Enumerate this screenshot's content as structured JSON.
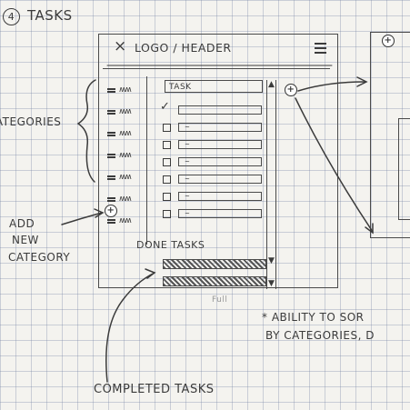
{
  "page": {
    "step_number": "4",
    "title": "TASKS"
  },
  "mockup": {
    "header_title": "LOGO / HEADER",
    "close_glyph": "×",
    "categories_count": 7,
    "task_column_header": "TASK",
    "tasks": [
      {
        "checked": true,
        "text": ""
      },
      {
        "checked": false,
        "text": "~"
      },
      {
        "checked": false,
        "text": "~"
      },
      {
        "checked": false,
        "text": "~"
      },
      {
        "checked": false,
        "text": "~"
      },
      {
        "checked": false,
        "text": "~"
      },
      {
        "checked": false,
        "text": "~"
      }
    ],
    "done_tasks_label": "DONE TASKS",
    "scroll_up": "▲",
    "scroll_down": "▼",
    "add_glyph": "+"
  },
  "annotations": {
    "categories": "CATEGORIES",
    "add_new_category": [
      "ADD",
      "NEW",
      "CATEGORY"
    ],
    "completed_tasks": "COMPLETED TASKS",
    "sort_note": [
      "* ABILITY TO SOR",
      "BY CATEGORIES, D"
    ],
    "faint_mark": "Full"
  },
  "colors": {
    "paper": "#f4f3ef",
    "grid": "#8795a5",
    "ink": "#3b3b3b"
  }
}
